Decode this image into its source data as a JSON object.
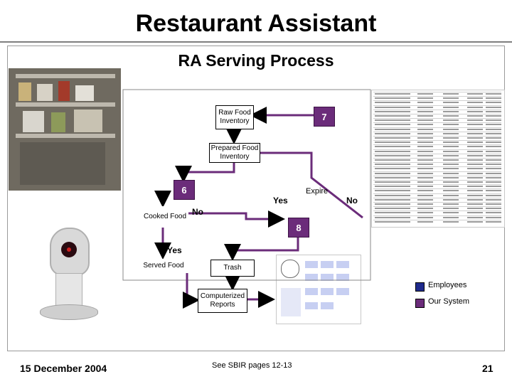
{
  "slide": {
    "title": "Restaurant Assistant",
    "subtitle": "RA Serving Process",
    "date": "15 December 2004",
    "footnote": "See SBIR pages 12-13",
    "page_number": "21"
  },
  "nodes": {
    "raw_food": "Raw Food Inventory",
    "prepared_food": "Prepared Food Inventory",
    "cooked_food": "Cooked Food",
    "served_food": "Served Food",
    "trash": "Trash",
    "computerized_reports": "Computerized Reports"
  },
  "badges": {
    "seven": "7",
    "six": "6",
    "eight": "8"
  },
  "edge_labels": {
    "expire": "Expire",
    "yes_right": "Yes",
    "no_right": "No",
    "no_left": "No",
    "yes_bottom": "Yes"
  },
  "legend": {
    "employees_label": "Employees",
    "employees_color": "#1f2a8c",
    "our_system_label": "Our System",
    "our_system_color": "#6b2c7a"
  },
  "colors": {
    "arrow": "#6b2c7a"
  }
}
